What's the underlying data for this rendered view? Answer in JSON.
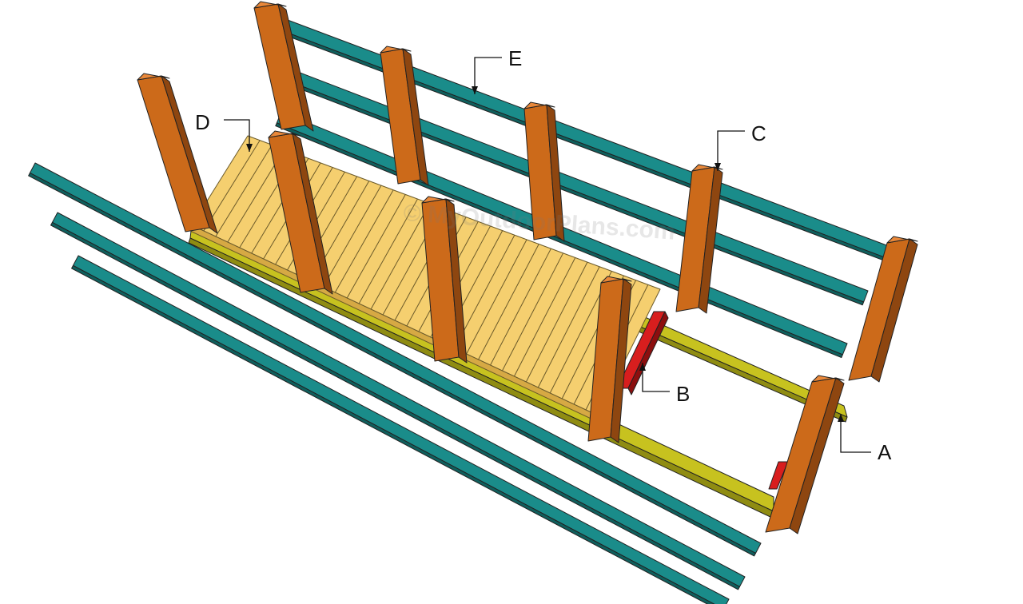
{
  "callouts": {
    "a": "A",
    "b": "B",
    "c": "C",
    "d": "D",
    "e": "E"
  },
  "watermark": "© MyOutdoorPlans.com",
  "colors": {
    "rail": "#1a8c8a",
    "rail_dark": "#0f5f5d",
    "post": "#cc6a1a",
    "post_dark": "#8e4610",
    "post_top": "#e9883a",
    "deck": "#f5cf6f",
    "deck_line": "#6b5a2a",
    "stringer": "#c7c21f",
    "stringer_dark": "#8f8c12",
    "brace": "#d81e1e",
    "brace_dark": "#8c0f0f",
    "outline": "#222222"
  }
}
